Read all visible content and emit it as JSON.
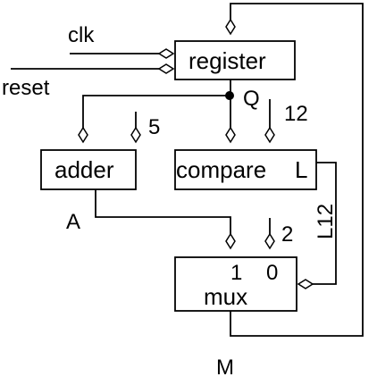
{
  "diagram": {
    "blocks": {
      "register": "register",
      "adder": "adder",
      "compare": "compare",
      "compare_output": "L",
      "mux": "mux",
      "mux_input_1": "1",
      "mux_input_0": "0"
    },
    "signals": {
      "clk": "clk",
      "reset": "reset",
      "register_output": "Q",
      "compare_constant": "12",
      "adder_constant": "5",
      "adder_output": "A",
      "mux_constant": "2",
      "select_wire": "L12",
      "feedback": "M"
    }
  }
}
